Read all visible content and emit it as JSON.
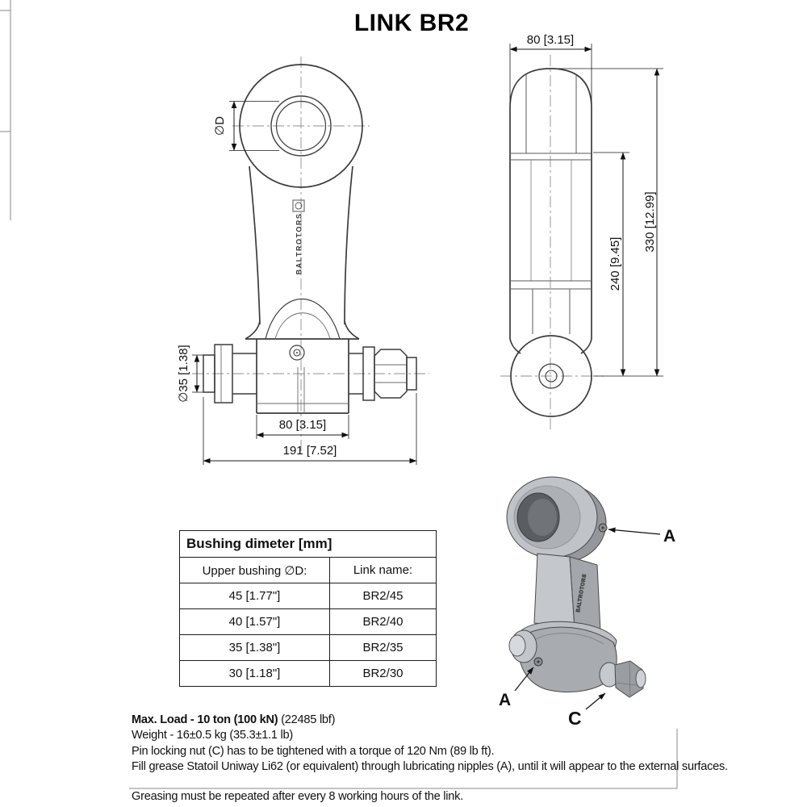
{
  "title": "LINK BR2",
  "front_view": {
    "dim_bore": "∅D",
    "dim_pin": "∅35 [1.38]",
    "dim_width": "80 [3.15]",
    "dim_overall": "191 [7.52]",
    "brand": "BALTROTORS"
  },
  "side_view": {
    "dim_width": "80 [3.15]",
    "dim_height_inner": "240 [9.45]",
    "dim_height_total": "330 [12.99]"
  },
  "iso_view": {
    "label_nipple_top": "A",
    "label_nipple_bottom": "A",
    "label_nut": "C"
  },
  "table": {
    "title": "Bushing dimeter [mm]",
    "headers": [
      "Upper bushing ∅D:",
      "Link name:"
    ],
    "rows": [
      {
        "bushing": "45 [1.77\"]",
        "link": "BR2/45"
      },
      {
        "bushing": "40 [1.57\"]",
        "link": "BR2/40"
      },
      {
        "bushing": "35 [1.38\"]",
        "link": "BR2/35"
      },
      {
        "bushing": "30 [1.18\"]",
        "link": "BR2/30"
      }
    ]
  },
  "notes": {
    "max_load_label": "Max. Load - 10 ton (100 kN)",
    "max_load_value": " (22485 lbf)",
    "weight": "Weight - 16±0.5 kg (35.3±1.1 lb)",
    "torque": "Pin locking nut (C) has to be tightened with a torque of 120 Nm (89 lb ft).",
    "grease": "Fill grease Statoil Uniway Li62 (or equivalent) through lubricating nipples (A), until it will appear to the external surfaces.",
    "greasing_interval": "Greasing must be repeated after every 8 working hours of the link."
  }
}
